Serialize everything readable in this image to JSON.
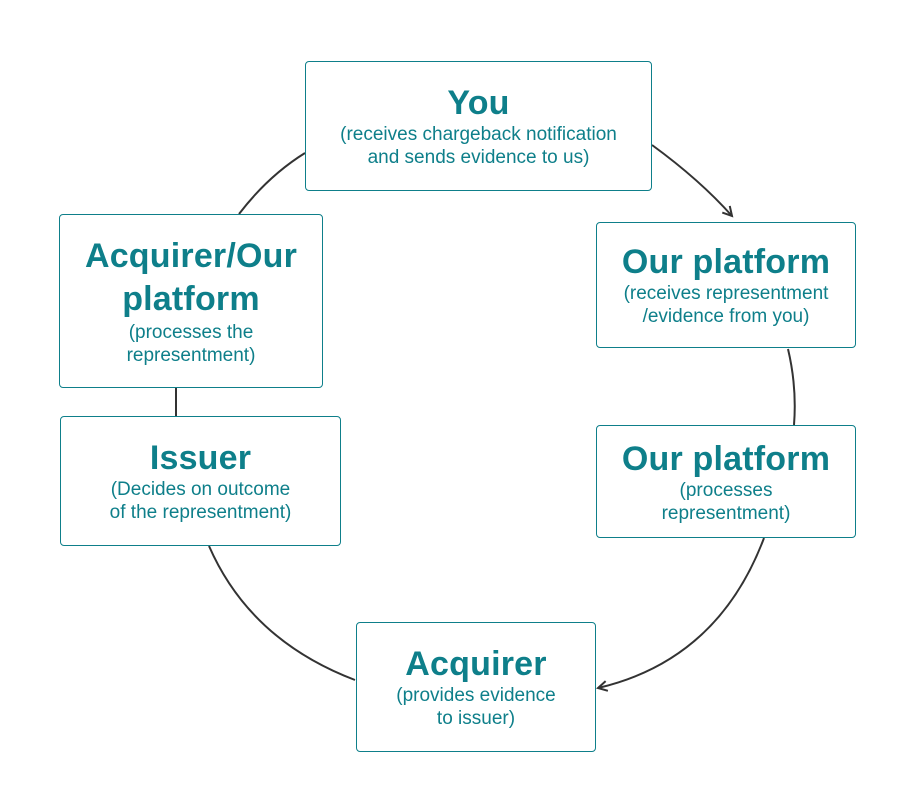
{
  "colors": {
    "accent": "#0e7f8a",
    "connector": "#333333",
    "border": "#0e7f8a"
  },
  "nodes": {
    "you": {
      "title": "You",
      "desc": "(receives chargeback notification\nand sends evidence to us)"
    },
    "our_platform_receives": {
      "title": "Our platform",
      "desc": "(receives representment\n/evidence from you)"
    },
    "our_platform_processes": {
      "title": "Our platform",
      "desc": "(processes\nrepresentment)"
    },
    "acquirer": {
      "title": "Acquirer",
      "desc": "(provides evidence\nto issuer)"
    },
    "issuer": {
      "title": "Issuer",
      "desc": "(Decides on outcome\nof the representment)"
    },
    "acquirer_our_platform": {
      "title": "Acquirer/Our\nplatform",
      "desc": "(processes the\nrepresentment)"
    }
  }
}
